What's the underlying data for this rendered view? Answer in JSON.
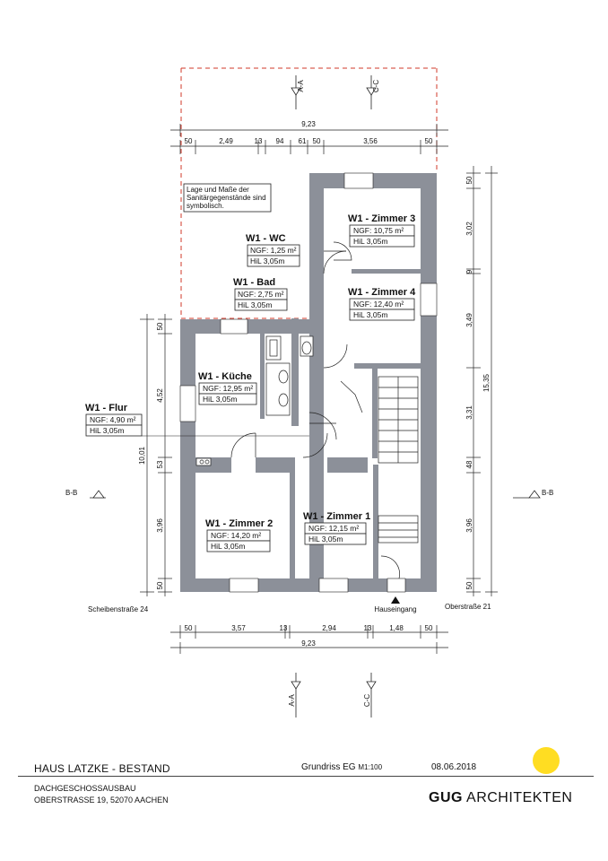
{
  "dimensions": {
    "overall_width": "9,23",
    "top_chain": [
      "50",
      "2,49",
      "13",
      "94",
      "61",
      "50",
      "3,56",
      "50"
    ],
    "bottom_chain": [
      "50",
      "3,57",
      "13",
      "2,94",
      "13",
      "1,48",
      "50"
    ],
    "right_chain": [
      "50",
      "3,02",
      "9",
      "3,49",
      "3,31",
      "48",
      "3,96",
      "50"
    ],
    "right_total": "15,35",
    "left_chain": [
      "50",
      "4,52",
      "53",
      "3,96",
      "50"
    ],
    "left_total": "10,01"
  },
  "sections": {
    "aa": "A-A",
    "cc": "C-C",
    "bb": "B-B"
  },
  "note": {
    "lines": [
      "Lage und Maße der",
      "Sanitärgegenstände sind",
      "symbolisch."
    ]
  },
  "rooms": [
    {
      "name": "W1 - Zimmer 3",
      "area": "NGF:  10,75 m²",
      "height": "HiL 3,05m"
    },
    {
      "name": "W1 - WC",
      "area": "NGF: 1,25 m²",
      "height": "HiL 3,05m"
    },
    {
      "name": "W1 - Zimmer 4",
      "area": "NGF:  12,40 m²",
      "height": "HiL 3,05m"
    },
    {
      "name": "W1 - Bad",
      "area": "NGF: 2,75 m²",
      "height": "HiL 3,05m"
    },
    {
      "name": "W1 - Küche",
      "area": "NGF: 12,95 m²",
      "height": "HiL 3,05m"
    },
    {
      "name": "W1 - Flur",
      "area": "NGF: 4,90 m²",
      "height": "HiL 3,05m"
    },
    {
      "name": "W1 - Zimmer 2",
      "area": "NGF:  14,20 m²",
      "height": "HiL 3,05m"
    },
    {
      "name": "W1 - Zimmer 1",
      "area": "NGF:  12,15 m²",
      "height": "HiL 3,05m"
    }
  ],
  "streets": {
    "left": "Scheibenstraße 24",
    "entrance": "Hauseingang",
    "right": "Oberstraße 21"
  },
  "title_block": {
    "project": "HAUS LATZKE - BESTAND",
    "drawing": "Grundriss EG",
    "scale": "M1:100",
    "date": "08.06.2018",
    "line1": "DACHGESCHOSSAUSBAU",
    "line2": "OBERSTRASSE 19, 52070 AACHEN",
    "office_bold": "GUG",
    "office_rest": " ARCHITEKTEN"
  },
  "colors": {
    "wall": "#8c9099",
    "ink": "#222222",
    "dashed": "#d23a2a",
    "sun": "#ffdd22"
  }
}
